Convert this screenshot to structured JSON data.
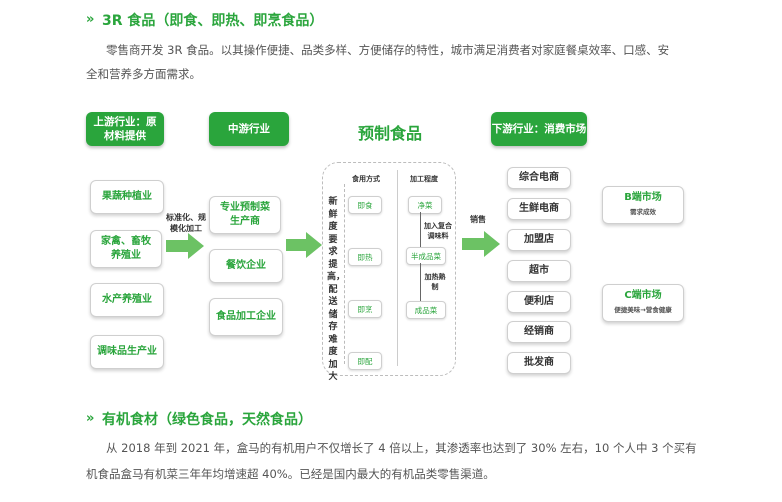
{
  "section1": {
    "heading": "3R 食品（即食、即热、即烹食品）",
    "paragraph_line1": "零售商开发 3R 食品。以其操作便捷、品类多样、方便储存的特性，城市满足消费者对家庭餐桌效率、口感、安",
    "paragraph_line2": "全和营养多方面需求。"
  },
  "diagram": {
    "title": "预制食品",
    "upstream": {
      "header": "上游行业：原材料提供",
      "items": [
        "果蔬种植业",
        "家禽、畜牧养殖业",
        "水产养殖业",
        "调味品生产业"
      ]
    },
    "arrow1_label": "标准化、规模化加工",
    "midstream": {
      "header": "中游行业",
      "items": [
        "专业预制菜生产商",
        "餐饮企业",
        "食品加工企业"
      ]
    },
    "panel": {
      "vertical_text": "新鲜度要求提高，配送储存难度加大",
      "col1_header": "食用方式",
      "col1_items": [
        "即食",
        "即热",
        "即烹",
        "即配"
      ],
      "col2_header": "加工程度",
      "col2_items": [
        "净菜",
        "半成品菜",
        "成品菜"
      ],
      "col2_note1": "加入复合调味料",
      "col2_note2": "加热熟制"
    },
    "arrow3_label": "销售",
    "downstream": {
      "header": "下游行业：消费市场",
      "items": [
        "综合电商",
        "生鲜电商",
        "加盟店",
        "超市",
        "便利店",
        "经销商",
        "批发商"
      ]
    },
    "markets": [
      {
        "title": "B端市场",
        "sub": "需求成效"
      },
      {
        "title": "C端市场",
        "sub": "便捷美味→营食健康"
      }
    ]
  },
  "section2": {
    "heading": "有机食材（绿色食品，天然食品）",
    "paragraph_line1": "从 2018 年到 2021 年，盒马的有机用户不仅增长了 4 倍以上，其渗透率也达到了 30% 左右，10 个人中 3 个买有",
    "paragraph_line2": "机食品盒马有机菜三年年均增速超 40%。已经是国内最大的有机品类零售渠道。"
  },
  "colors": {
    "accent": "#2aa53c"
  },
  "icons": {
    "bullet": "double-chevron-right-icon"
  }
}
